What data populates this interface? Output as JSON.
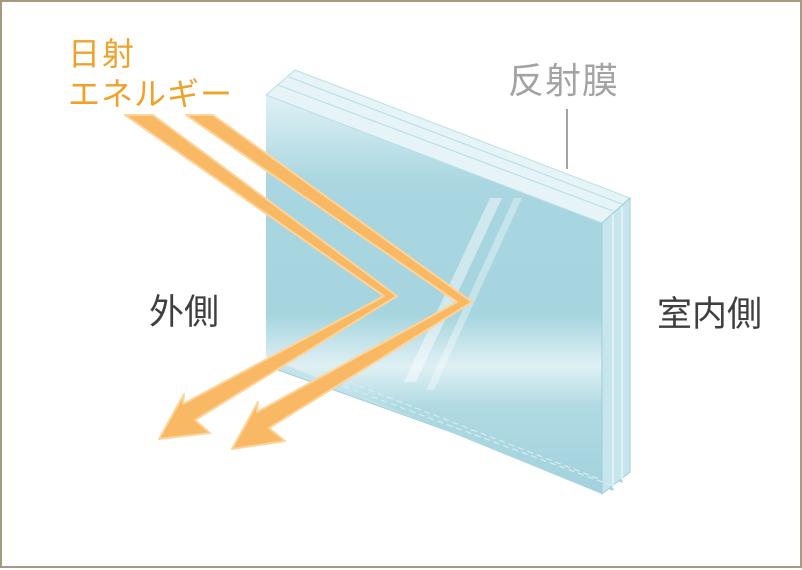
{
  "labels": {
    "solar_energy_line1": "日射",
    "solar_energy_line2": "エネルギー",
    "reflective_film": "反射膜",
    "outside": "外側",
    "inside": "室内側"
  },
  "colors": {
    "frame_border": "#a79a82",
    "energy_text": "#f0a12a",
    "arrow_fill": "#f9b864",
    "arrow_edge": "#fdd49a",
    "film_label": "#a3a3a3",
    "side_label": "#3f3f3f",
    "glass_face": "#a9d6e0",
    "glass_edge": "#d9eef2",
    "film_layer": "#b4b4b4"
  }
}
